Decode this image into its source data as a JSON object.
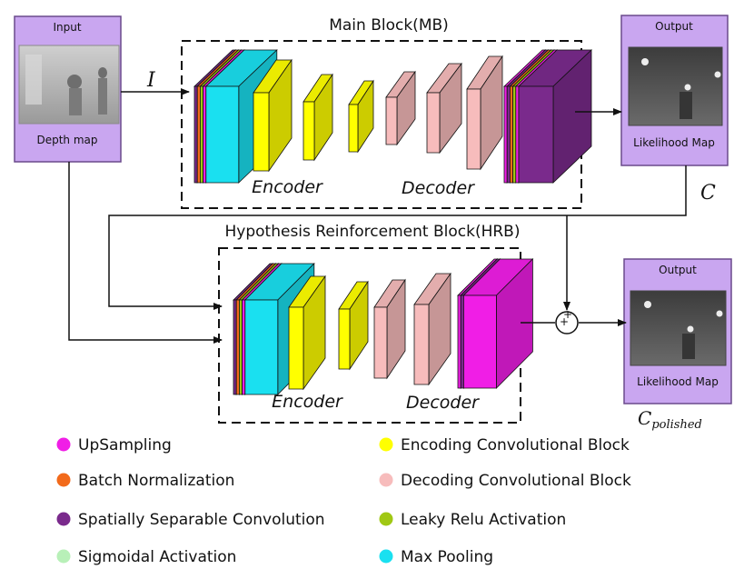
{
  "main_block": {
    "title": "Main Block(MB)",
    "encoder_label": "Encoder",
    "decoder_label": "Decoder"
  },
  "hrb_block": {
    "title": "Hypothesis Reinforcement Block(HRB)",
    "encoder_label": "Encoder",
    "decoder_label": "Decoder"
  },
  "input_panel": {
    "title": "Input",
    "caption": "Depth map"
  },
  "output_panel_top": {
    "title": "Output",
    "caption": "Likelihood Map"
  },
  "output_panel_bottom": {
    "title": "Output",
    "caption": "Likelihood Map"
  },
  "symbols": {
    "input": "I",
    "confidence": "C",
    "polished_base": "C",
    "polished_sub": "polished",
    "plus": "+"
  },
  "legend": [
    {
      "label": "UpSampling",
      "color": "#f01ee6"
    },
    {
      "label": "Encoding Convolutional Block",
      "color": "#ffff00"
    },
    {
      "label": "Batch Normalization",
      "color": "#f26a1b"
    },
    {
      "label": "Decoding Convolutional Block",
      "color": "#f7bcbc"
    },
    {
      "label": "Spatially Separable Convolution",
      "color": "#7a2a8c"
    },
    {
      "label": "Leaky Relu Activation",
      "color": "#a0c814"
    },
    {
      "label": "Sigmoidal Activation",
      "color": "#b8f0b8"
    },
    {
      "label": "Max Pooling",
      "color": "#1ae0f0"
    }
  ],
  "colors": {
    "panel_fill": "#c9a6f0",
    "panel_stroke": "#6a4a8c",
    "depth_image": "#b4b4b4",
    "likelihood_image": "#555555"
  }
}
